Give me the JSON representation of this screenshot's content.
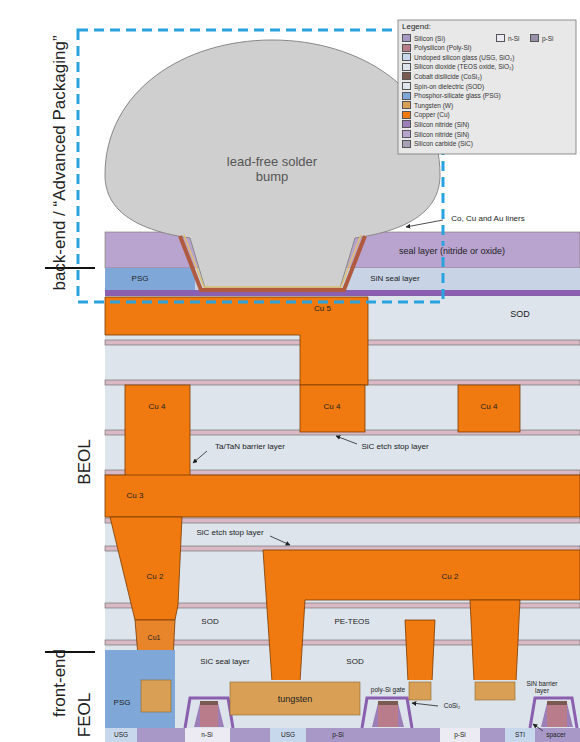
{
  "diagram": {
    "nodes": [
      {
        "text": [
          "lead-free solder bump"
        ]
      },
      {
        "text": [
          "Cu 5"
        ]
      },
      {
        "text": [
          "Cu 4"
        ]
      },
      {
        "text": [
          "Cu 4"
        ]
      },
      {
        "text": [
          "Cu 4"
        ]
      },
      {
        "text": [
          "Cu 3"
        ]
      },
      {
        "text": [
          "Cu 2"
        ]
      },
      {
        "text": [
          "Cu 2"
        ]
      },
      {
        "text": [
          "Cu1"
        ]
      },
      {
        "text": [
          "tungsten"
        ]
      }
    ],
    "labels": [
      "back-end / “Advanced Packaging”",
      "BEOL",
      "front-end",
      "FEOL",
      "Co, Cu and Au liners",
      "seal layer (nitride or oxide)",
      "PSG",
      "SiN seal layer",
      "SOD",
      "Ta/TaN barrier layer",
      "SiC etch stop layer",
      "SiC etch stop layer",
      "SOD",
      "PE-TEOS",
      "SOD",
      "SiC seal layer",
      "PSG",
      "poly-Si gate",
      "CoSi₂",
      "SiN barrier layer",
      "USG",
      "n-Si",
      "USG",
      "p-Si",
      "p-Si",
      "STI",
      "spacer",
      "Legend:"
    ],
    "legend": [
      {
        "text": "Silicon (Si)",
        "color": "#a898c8"
      },
      {
        "text": "n-Si",
        "color": "#ecebf3"
      },
      {
        "text": "p-Si",
        "color": "#9890a8"
      },
      {
        "text": "Polysilicon (Poly-Si)",
        "color": "#b87c8a"
      },
      {
        "text": "Undoped silicon glass (USG, SiO₂)",
        "color": "#c8d8ec"
      },
      {
        "text": "Silicon dioxide (TEOS oxide, SiO₂)",
        "color": "#dde3ea"
      },
      {
        "text": "Cobalt disilicide (CoSi₂)",
        "color": "#7a5a50"
      },
      {
        "text": "Spin-on dielectric (SOD)",
        "color": "#e0e6ee"
      },
      {
        "text": "Phosphor-silicate glass (PSG)",
        "color": "#7fa8d8"
      },
      {
        "text": "Tungsten (W)",
        "color": "#d9a055"
      },
      {
        "text": "Copper (Cu)",
        "color": "#f07a10"
      },
      {
        "text": "Silicon nitride (SiN)",
        "color": "#9c7fb8"
      },
      {
        "text": "Silicon nitride (SiN)",
        "color": "#b9a3cf"
      },
      {
        "text": "Silicon carbide (SiC)",
        "color": "#a8a0b4"
      }
    ]
  }
}
